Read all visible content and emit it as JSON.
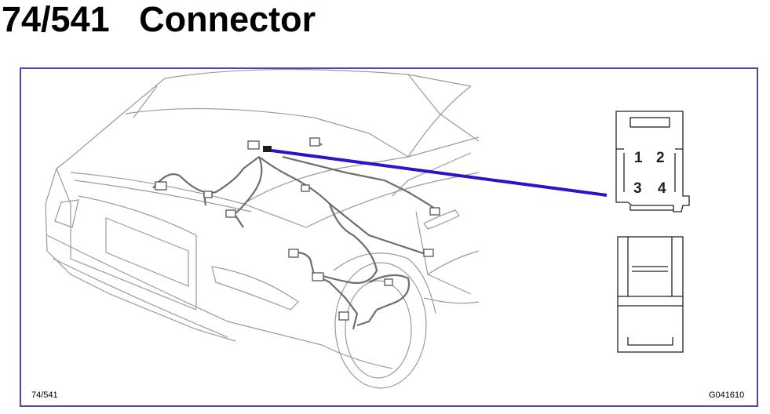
{
  "title": "74/541   Connector",
  "diagram": {
    "pins": [
      "1",
      "2",
      "3",
      "4"
    ],
    "ref_left": "74/541",
    "ref_right": "G041610",
    "colors": {
      "frame": "#5a3fb0",
      "pointer": "#2b14c8",
      "line_art": "#8c8c8c"
    }
  }
}
